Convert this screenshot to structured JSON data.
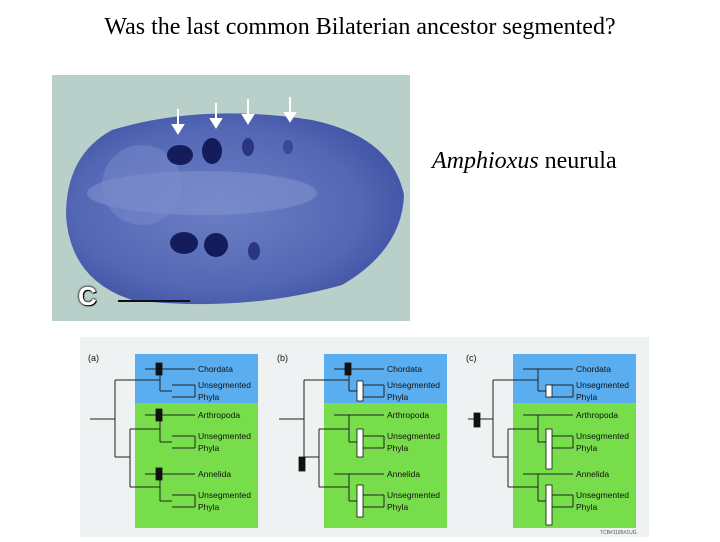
{
  "title": "Was the last common Bilaterian ancestor segmented?",
  "caption": {
    "italic": "Amphioxus",
    "rest": " neurula"
  },
  "photo": {
    "panel_label": "C"
  },
  "panels": [
    {
      "label": "(a)",
      "taxa": [
        "Chordata",
        "Unsegmented",
        "Phyla",
        "Arthropoda",
        "Unsegmented",
        "Phyla",
        "Annelida",
        "Unsegmented",
        "Phyla"
      ]
    },
    {
      "label": "(b)",
      "taxa": [
        "Chordata",
        "Unsegmented",
        "Phyla",
        "Arthropoda",
        "Unsegmented",
        "Phyla",
        "Annelida",
        "Unsegmented",
        "Phyla"
      ]
    },
    {
      "label": "(c)",
      "taxa": [
        "Chordata",
        "Unsegmented",
        "Phyla",
        "Arthropoda",
        "Unsegmented",
        "Phyla",
        "Annelida",
        "Unsegmented",
        "Phyla"
      ]
    }
  ],
  "footer_code": "TCB#1185#1UG",
  "colors": {
    "deuterostome_box": "#5aaef0",
    "protostome_box": "#77dd4a",
    "embryo": "#4a5fb0",
    "photo_bg": "#b9cfc9"
  }
}
